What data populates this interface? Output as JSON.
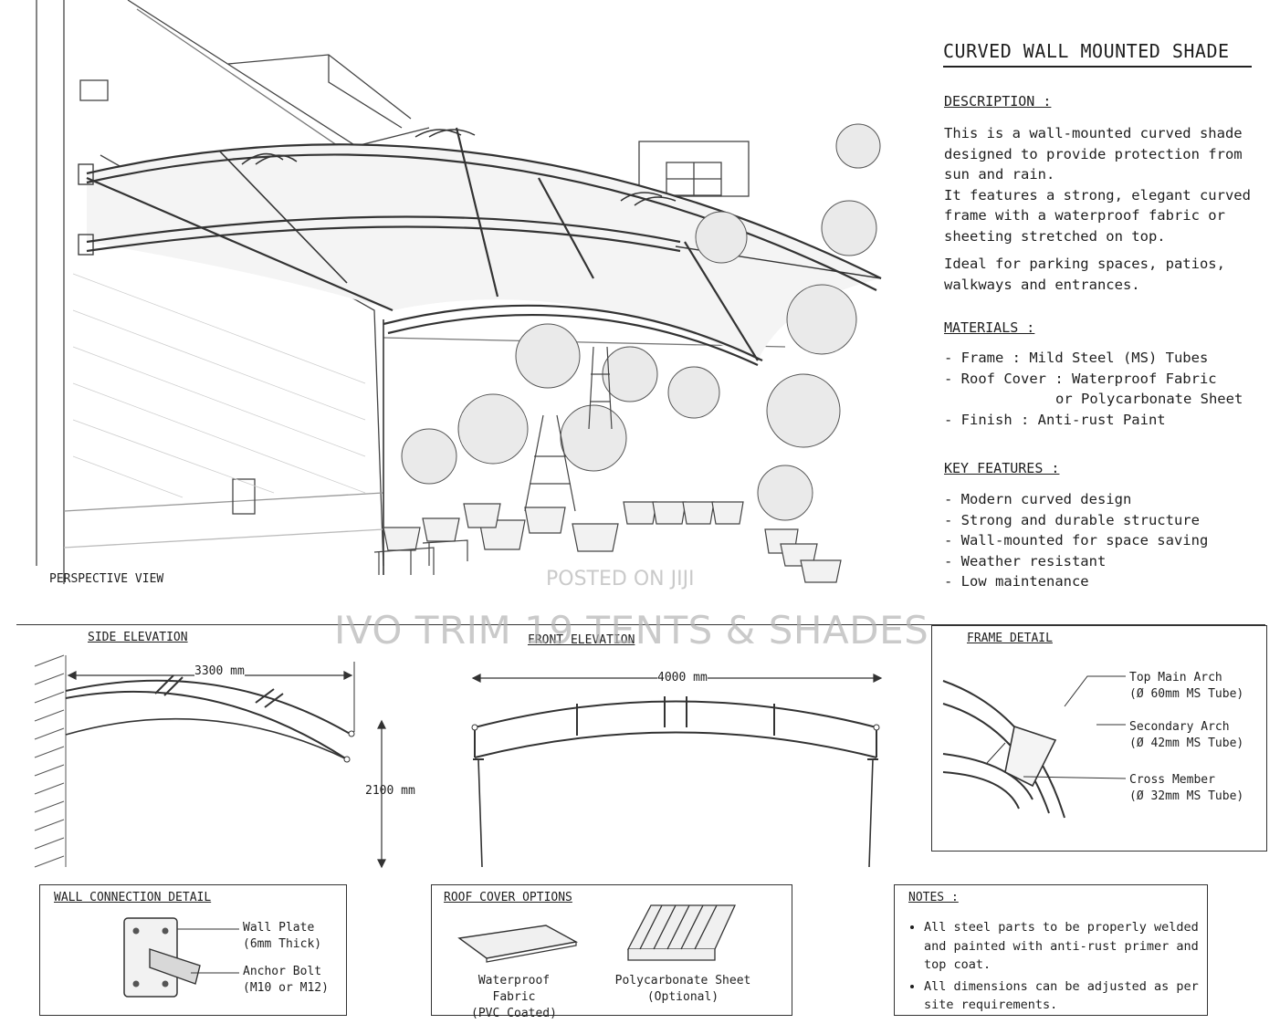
{
  "header": {
    "title": "CURVED WALL MOUNTED SHADE"
  },
  "description": {
    "heading": "DESCRIPTION :",
    "lines": [
      "This is a wall-mounted curved shade",
      "designed to provide protection from",
      "sun and rain.",
      "It features a strong, elegant curved",
      "frame with a waterproof fabric or",
      "sheeting stretched on top.",
      "Ideal for parking spaces, patios,",
      "walkways and entrances."
    ]
  },
  "materials": {
    "heading": "MATERIALS :",
    "items": [
      "- Frame : Mild Steel (MS) Tubes",
      "- Roof Cover : Waterproof Fabric",
      "or Polycarbonate Sheet",
      "- Finish : Anti-rust Paint"
    ]
  },
  "features": {
    "heading": "KEY FEATURES :",
    "items": [
      "- Modern curved design",
      "- Strong and durable structure",
      "- Wall-mounted for space saving",
      "- Weather resistant",
      "- Low maintenance"
    ]
  },
  "perspective": {
    "label": "PERSPECTIVE VIEW"
  },
  "watermark": {
    "line1": "POSTED ON JIJI",
    "line2": "IVO TRIM 19 TENTS & SHADES"
  },
  "side_elevation": {
    "title": "SIDE ELEVATION",
    "width_dim": "3300 mm",
    "height_dim": "2100 mm"
  },
  "front_elevation": {
    "title": "FRONT ELEVATION",
    "width_dim": "4000 mm"
  },
  "frame_detail": {
    "title": "FRAME DETAIL",
    "labels": [
      {
        "name": "Top Main Arch",
        "spec": "(Ø 60mm MS Tube)"
      },
      {
        "name": "Secondary Arch",
        "spec": "(Ø 42mm MS Tube)"
      },
      {
        "name": "Cross Member",
        "spec": "(Ø 32mm MS Tube)"
      }
    ]
  },
  "wall_connection": {
    "title": "WALL CONNECTION DETAIL",
    "plate_label": "Wall Plate",
    "plate_spec": "(6mm Thick)",
    "bolt_label": "Anchor Bolt",
    "bolt_spec": "(M10 or M12)"
  },
  "roof_cover": {
    "title": "ROOF COVER OPTIONS",
    "option1_name": "Waterproof Fabric",
    "option1_note": "(PVC Coated)",
    "option2_name": "Polycarbonate Sheet",
    "option2_note": "(Optional)"
  },
  "notes": {
    "title": "NOTES :",
    "items": [
      "All steel parts to be properly welded and painted with anti-rust primer and top coat.",
      "All dimensions can be adjusted as per site requirements."
    ]
  }
}
